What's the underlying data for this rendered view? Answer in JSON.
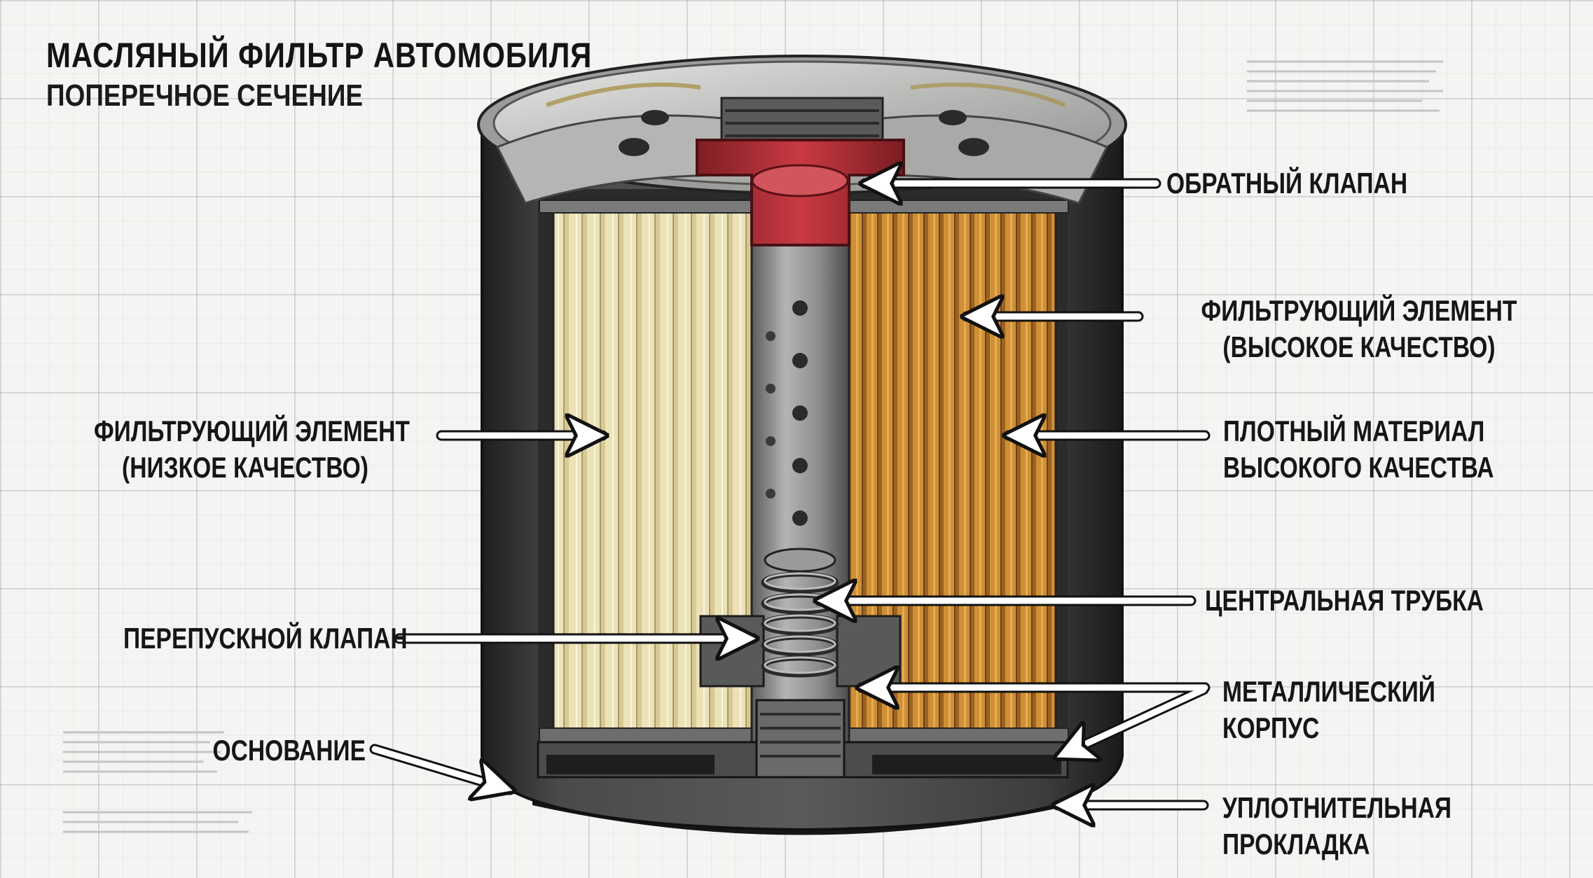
{
  "title": "МАСЛЯНЫЙ ФИЛЬТР АВТОМОБИЛЯ",
  "subtitle": "ПОПЕРЕЧНОЕ СЕЧЕНИЕ",
  "labels": {
    "check_valve": "ОБРАТНЫЙ КЛАПАН",
    "filter_high": [
      "ФИЛЬТРУЮЩИЙ ЭЛЕМЕНТ",
      "(ВЫСОКОЕ КАЧЕСТВО)"
    ],
    "dense_material": [
      "ПЛОТНЫЙ МАТЕРИАЛ",
      "ВЫСОКОГО КАЧЕСТВА"
    ],
    "filter_low": [
      "ФИЛЬТРУЮЩИЙ ЭЛЕМЕНТ",
      "(НИЗКОЕ КАЧЕСТВО)"
    ],
    "center_tube": "ЦЕНТРАЛЬНАЯ ТРУБКА",
    "bypass_valve": "ПЕРЕПУСКНОЙ КЛАПАН",
    "metal_housing": [
      "МЕТАЛЛИЧЕСКИЙ",
      "КОРПУС"
    ],
    "base": "ОСНОВАНИЕ",
    "gasket": [
      "УПЛОТНИТЕЛЬНАЯ",
      "ПРОКЛАДКА"
    ]
  },
  "colors": {
    "housing": "#3a3a3a",
    "filter_low": "#e8dcb0",
    "filter_high": "#c98a2e",
    "check_valve": "#b8323a",
    "center_tube": "#8a8a8a",
    "text": "#161616"
  }
}
